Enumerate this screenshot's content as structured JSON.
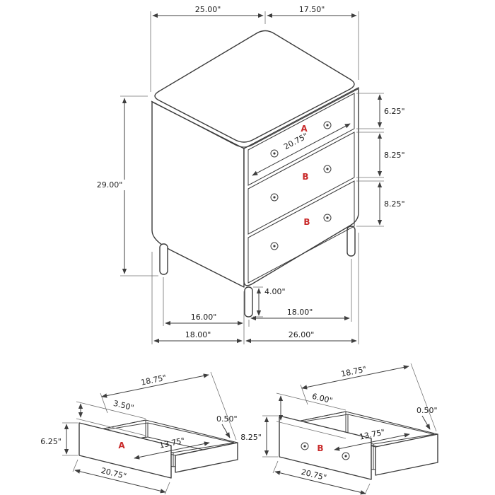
{
  "colors": {
    "line": "#3c3c3c",
    "dim_text": "#1c1c1c",
    "label_red": "#c92a2a",
    "background": "#ffffff"
  },
  "main": {
    "top_width": "25.00\"",
    "top_depth": "17.50\"",
    "height": "29.00\"",
    "right_h1": "6.25\"",
    "right_h2": "8.25\"",
    "right_h3": "8.25\"",
    "drawer_width": "20.75\"",
    "leg_height": "4.00\"",
    "span_left": "16.00\"",
    "span_right": "18.00\"",
    "base_depth": "18.00\"",
    "base_width": "26.00\"",
    "label_a": "A",
    "label_b1": "B",
    "label_b2": "B"
  },
  "drawer_a": {
    "wall_height": "3.50\"",
    "depth": "18.75\"",
    "thickness": "0.50\"",
    "front_height": "6.25\"",
    "interior_width": "13.75\"",
    "label": "A",
    "width": "20.75\""
  },
  "drawer_b": {
    "wall_height": "6.00\"",
    "depth": "18.75\"",
    "thickness": "0.50\"",
    "front_height": "8.25\"",
    "interior_width": "13.75\"",
    "label": "B",
    "width": "20.75\""
  }
}
